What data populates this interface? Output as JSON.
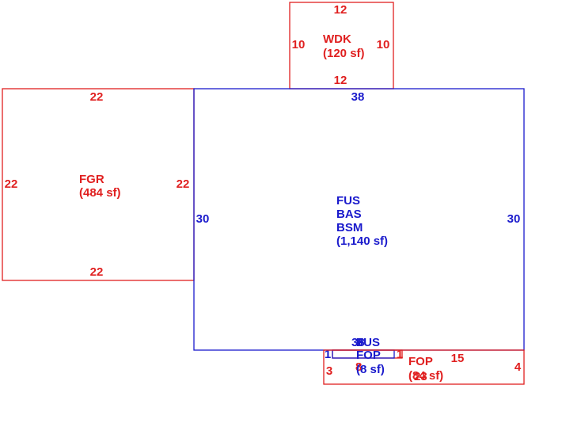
{
  "colors": {
    "addition": "#e02020",
    "main": "#1a1acc"
  },
  "wdk": {
    "code": "WDK",
    "area": "(120 sf)",
    "top": "12",
    "bottom": "12",
    "left": "10",
    "right": "10"
  },
  "fgr": {
    "code": "FGR",
    "area": "(484 sf)",
    "top": "22",
    "bottom": "22",
    "left": "22",
    "right": "22"
  },
  "main": {
    "line1": "FUS",
    "line2": "BAS",
    "line3": "BSM",
    "area": "(1,140 sf)",
    "top": "38",
    "left": "30",
    "right": "30",
    "bottom_a": "38",
    "bottom_b": "8",
    "bottom_c": "FUS"
  },
  "fop_small": {
    "code": "FOP",
    "area": "(8 sf)",
    "left": "1",
    "right": "1",
    "bottom": "8"
  },
  "fop_large": {
    "code": "FOP",
    "area": "(84 sf)",
    "area_overlap": "23",
    "left": "3",
    "right": "4",
    "top": "15"
  }
}
